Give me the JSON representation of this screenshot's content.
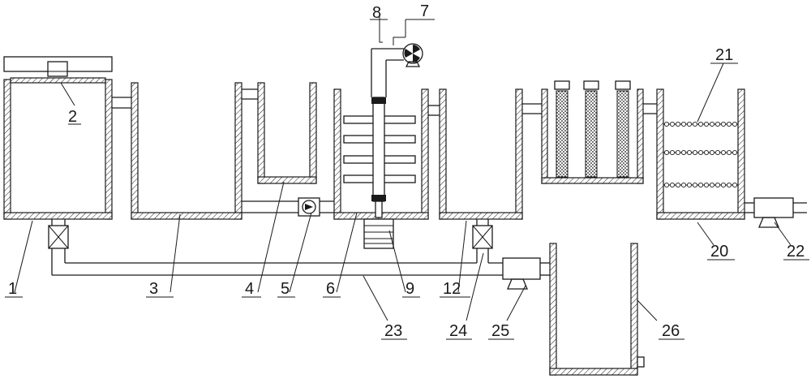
{
  "labels": {
    "l1": "1",
    "l2": "2",
    "l3": "3",
    "l4": "4",
    "l5": "5",
    "l6": "6",
    "l7": "7",
    "l8": "8",
    "l9": "9",
    "l12": "12",
    "l20": "20",
    "l21": "21",
    "l22": "22",
    "l23": "23",
    "l24": "24",
    "l25": "25",
    "l26": "26"
  }
}
